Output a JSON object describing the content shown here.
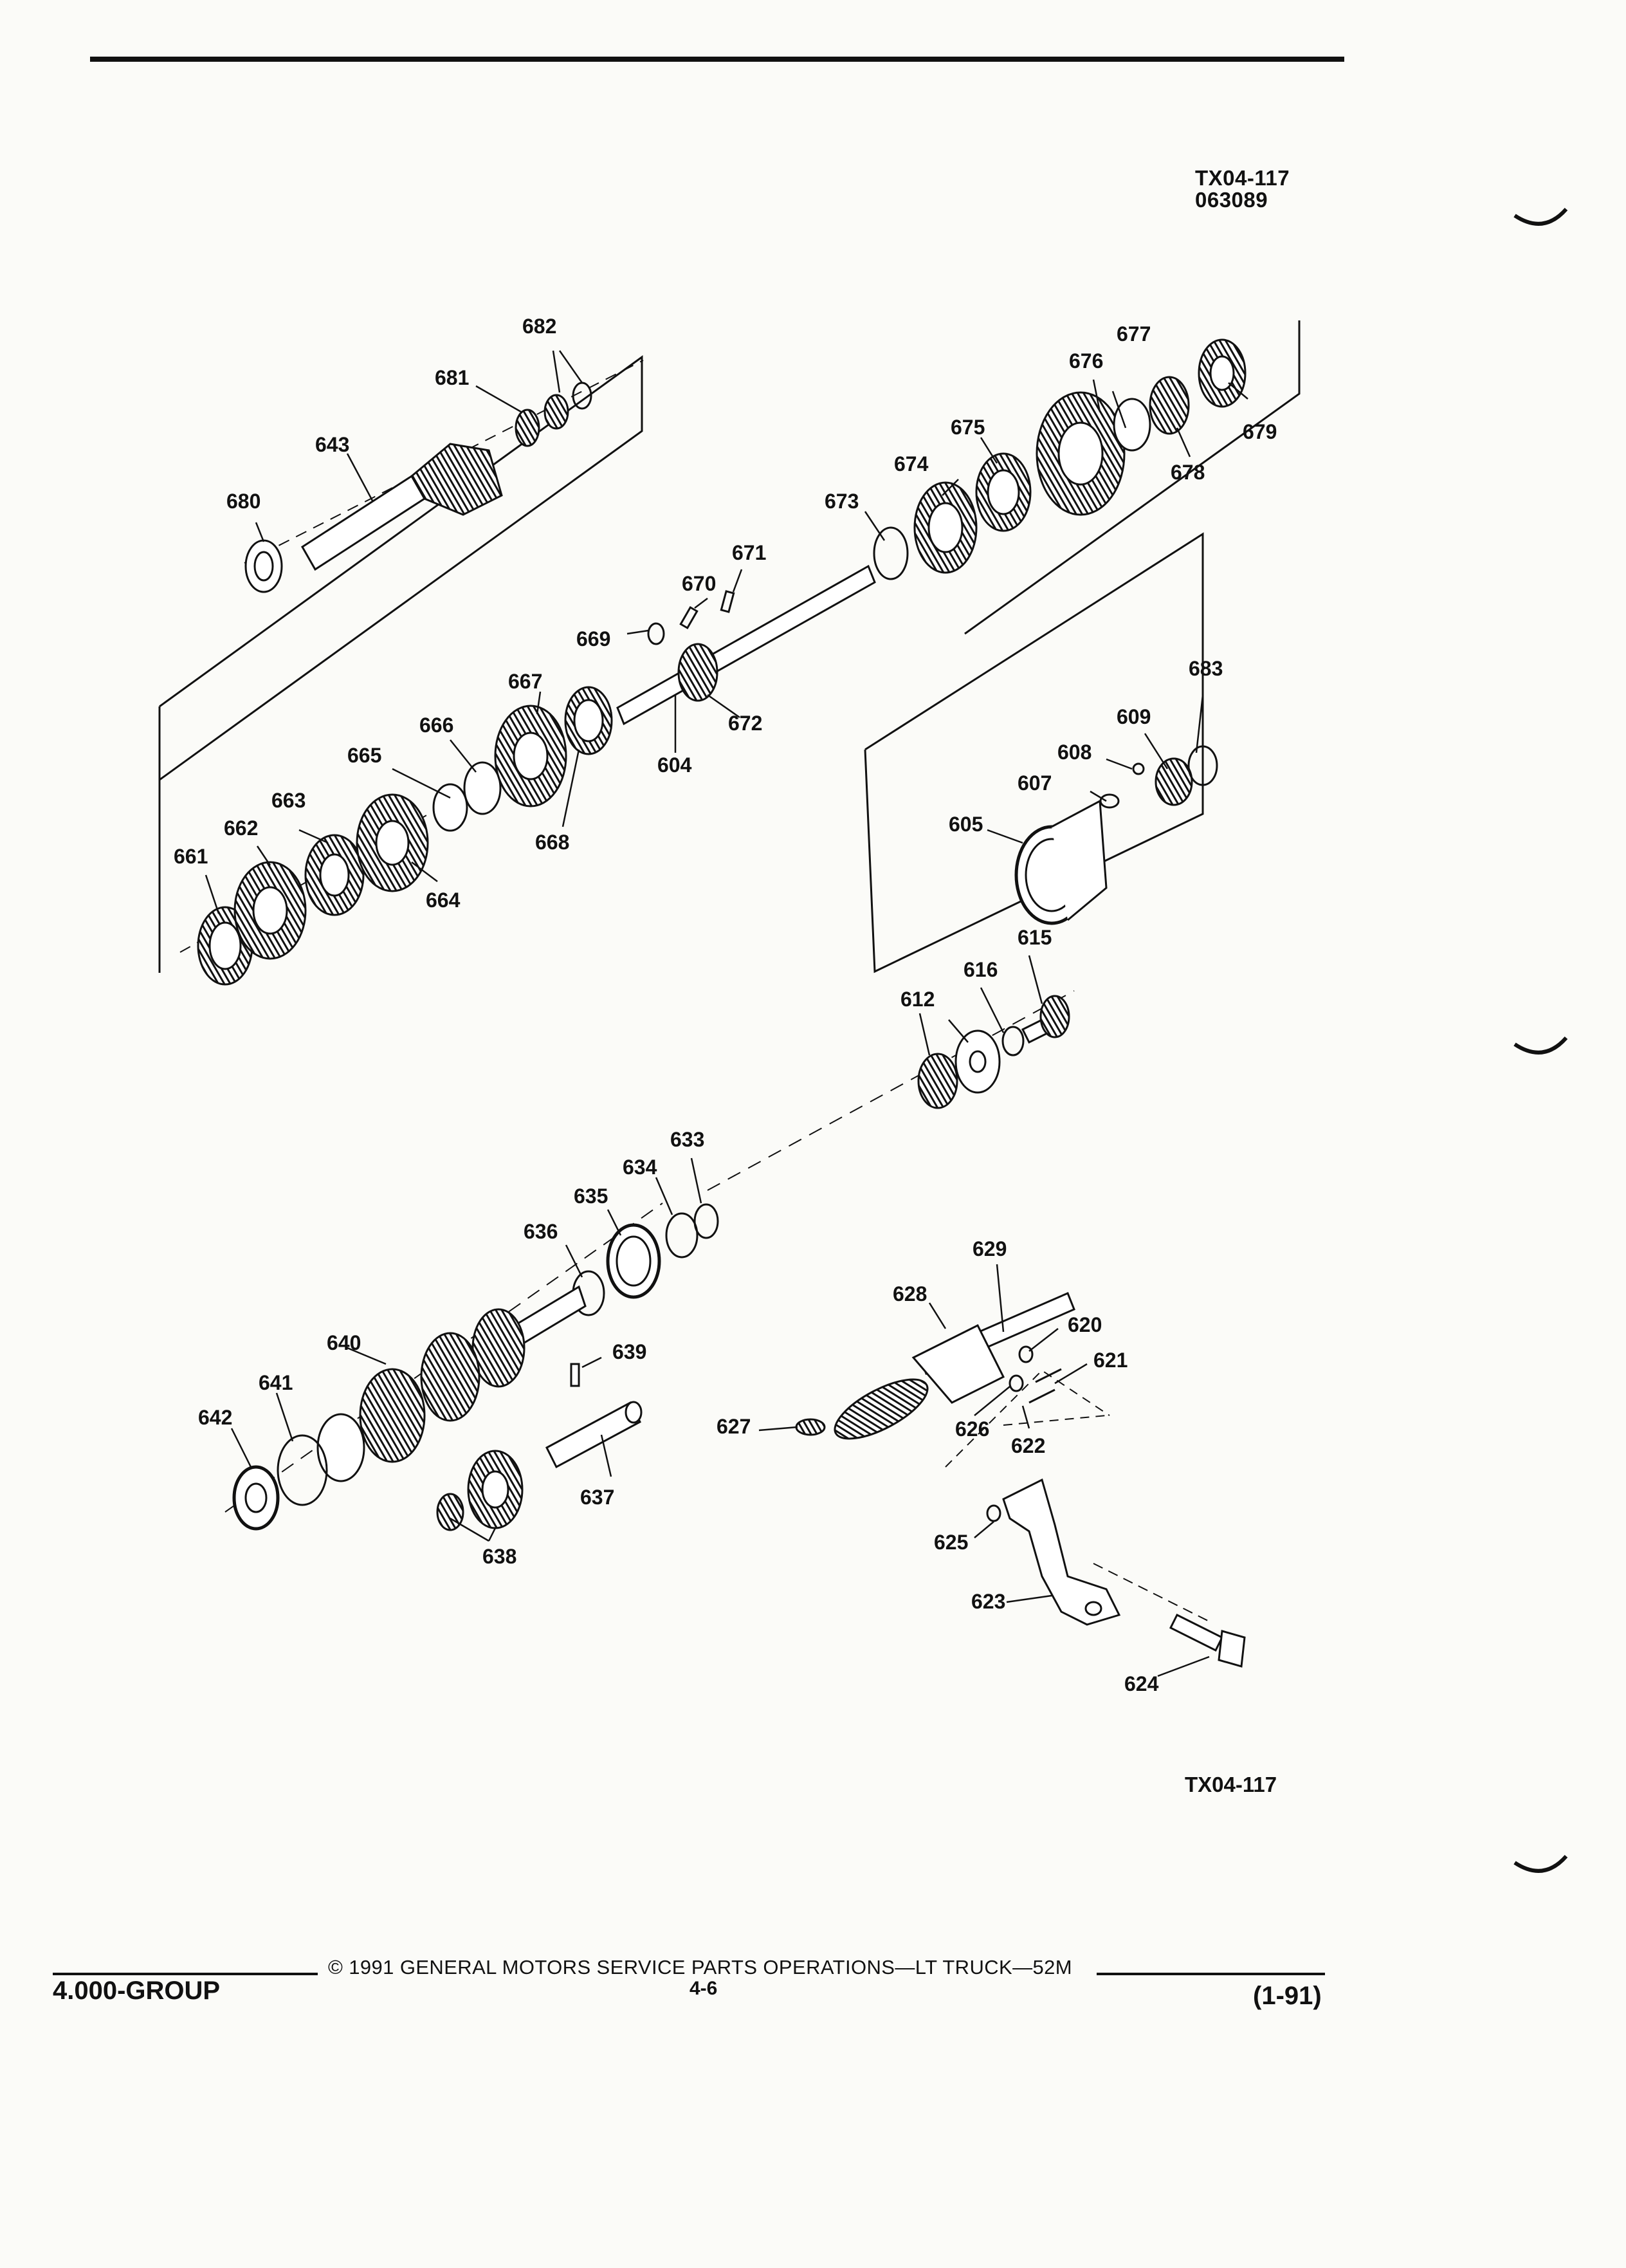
{
  "header": {
    "figure_code": "TX04-117",
    "figure_date": "063089"
  },
  "diagram": {
    "callouts": {
      "c680": "680",
      "c643": "643",
      "c681": "681",
      "c682": "682",
      "c677": "677",
      "c676": "676",
      "c675": "675",
      "c674": "674",
      "c673": "673",
      "c671": "671",
      "c670": "670",
      "c669": "669",
      "c679": "679",
      "c678": "678",
      "c667": "667",
      "c666": "666",
      "c665": "665",
      "c663": "663",
      "c662": "662",
      "c661": "661",
      "c664": "664",
      "c668": "668",
      "c604": "604",
      "c672": "672",
      "c683": "683",
      "c609": "609",
      "c608": "608",
      "c607": "607",
      "c605": "605",
      "c615": "615",
      "c616": "616",
      "c612": "612",
      "c633": "633",
      "c634": "634",
      "c635": "635",
      "c636": "636",
      "c629": "629",
      "c628": "628",
      "c620": "620",
      "c621": "621",
      "c640": "640",
      "c639": "639",
      "c641": "641",
      "c642": "642",
      "c627": "627",
      "c626": "626",
      "c622": "622",
      "c637": "637",
      "c638": "638",
      "c625": "625",
      "c623": "623",
      "c624": "624"
    },
    "figure_code_bottom": "TX04-117"
  },
  "footer": {
    "group": "4.000-GROUP",
    "copyright": "© 1991 GENERAL MOTORS SERVICE PARTS OPERATIONS—LT TRUCK—52M",
    "page_number": "4-6",
    "revision": "(1-91)"
  }
}
